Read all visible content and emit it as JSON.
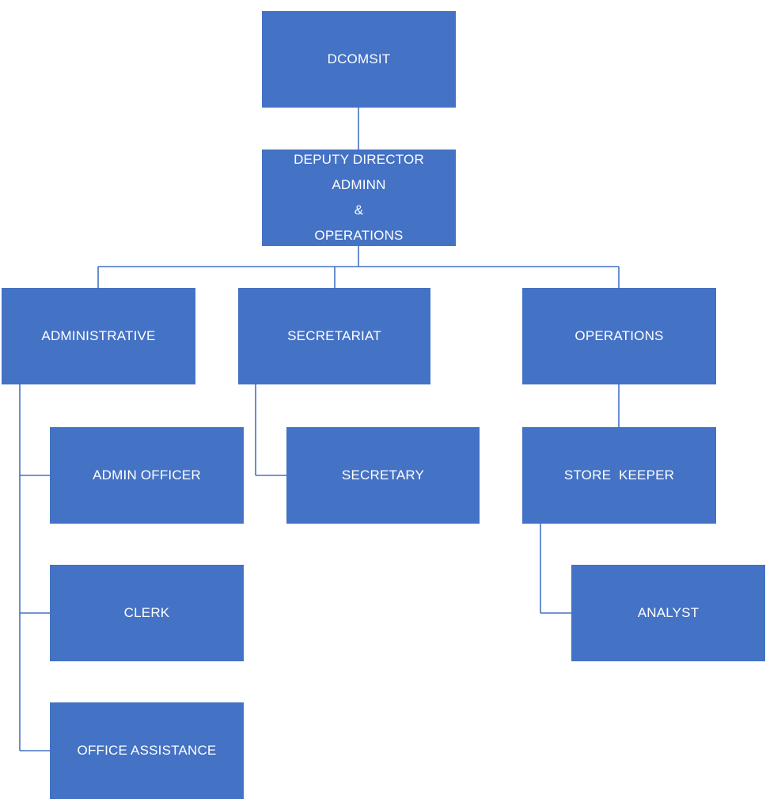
{
  "org_chart": {
    "nodes": {
      "dcomsit": {
        "lines": [
          "DCOMSIT"
        ]
      },
      "deputy_director": {
        "lines": [
          "DEPUTY DIRECTOR",
          "ADMINN",
          "&",
          "OPERATIONS"
        ]
      },
      "administrative": {
        "lines": [
          "ADMINISTRATIVE"
        ]
      },
      "secretariat": {
        "lines": [
          "SECRETARIAT"
        ]
      },
      "operations": {
        "lines": [
          "OPERATIONS"
        ]
      },
      "admin_officer": {
        "lines": [
          "ADMIN OFFICER"
        ]
      },
      "secretary": {
        "lines": [
          "SECRETARY"
        ]
      },
      "store_keeper": {
        "lines": [
          "STORE  KEEPER"
        ]
      },
      "clerk": {
        "lines": [
          "CLERK"
        ]
      },
      "analyst": {
        "lines": [
          "ANALYST"
        ]
      },
      "office_assistance": {
        "lines": [
          "OFFICE ASSISTANCE"
        ]
      }
    },
    "colors": {
      "box_fill": "#4472c4",
      "box_text": "#ffffff",
      "connector": "#4472c4"
    }
  }
}
